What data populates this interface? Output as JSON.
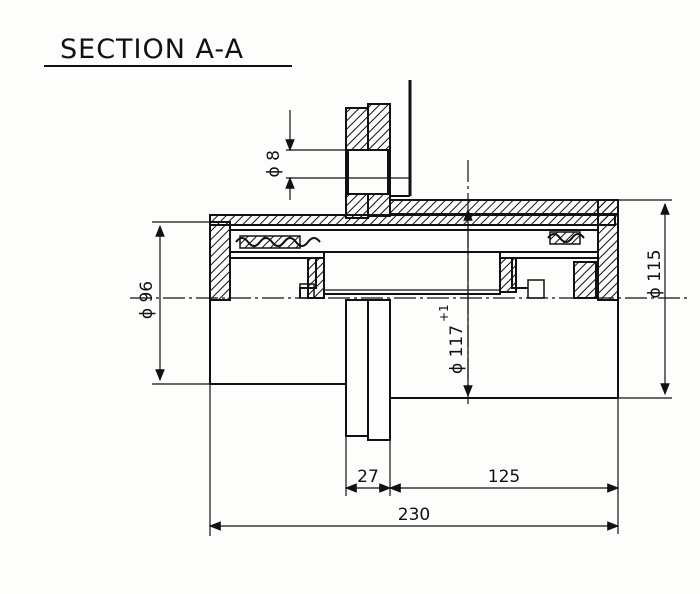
{
  "title": "SECTION A-A",
  "dimensions": {
    "d_8": "ϕ 8",
    "d_96": "ϕ 96",
    "d_115": "ϕ 115",
    "d_117": "ϕ 117",
    "d_117_tol": "+1",
    "len_27": "27",
    "len_125": "125",
    "len_230": "230"
  },
  "colors": {
    "ink": "#111111",
    "paper": "#fdfdfb"
  }
}
